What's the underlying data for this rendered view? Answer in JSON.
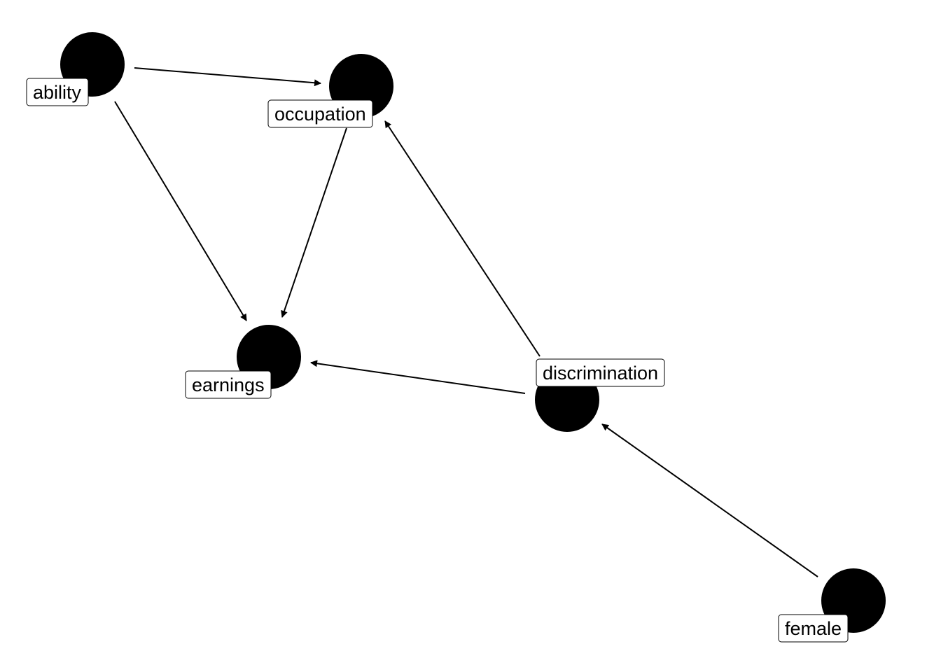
{
  "colors": {
    "background": "#ffffff",
    "node_fill": "#000000",
    "edge_stroke": "#000000",
    "label_fill": "#ffffff",
    "label_border": "#000000",
    "label_text": "#000000"
  },
  "nodes": [
    {
      "id": "ability",
      "label": "ability"
    },
    {
      "id": "occupation",
      "label": "occupation"
    },
    {
      "id": "earnings",
      "label": "earnings"
    },
    {
      "id": "discrimination",
      "label": "discrimination"
    },
    {
      "id": "female",
      "label": "female"
    }
  ],
  "edges": [
    {
      "from": "ability",
      "to": "occupation"
    },
    {
      "from": "ability",
      "to": "earnings"
    },
    {
      "from": "occupation",
      "to": "earnings"
    },
    {
      "from": "discrimination",
      "to": "occupation"
    },
    {
      "from": "discrimination",
      "to": "earnings"
    },
    {
      "from": "female",
      "to": "discrimination"
    }
  ]
}
